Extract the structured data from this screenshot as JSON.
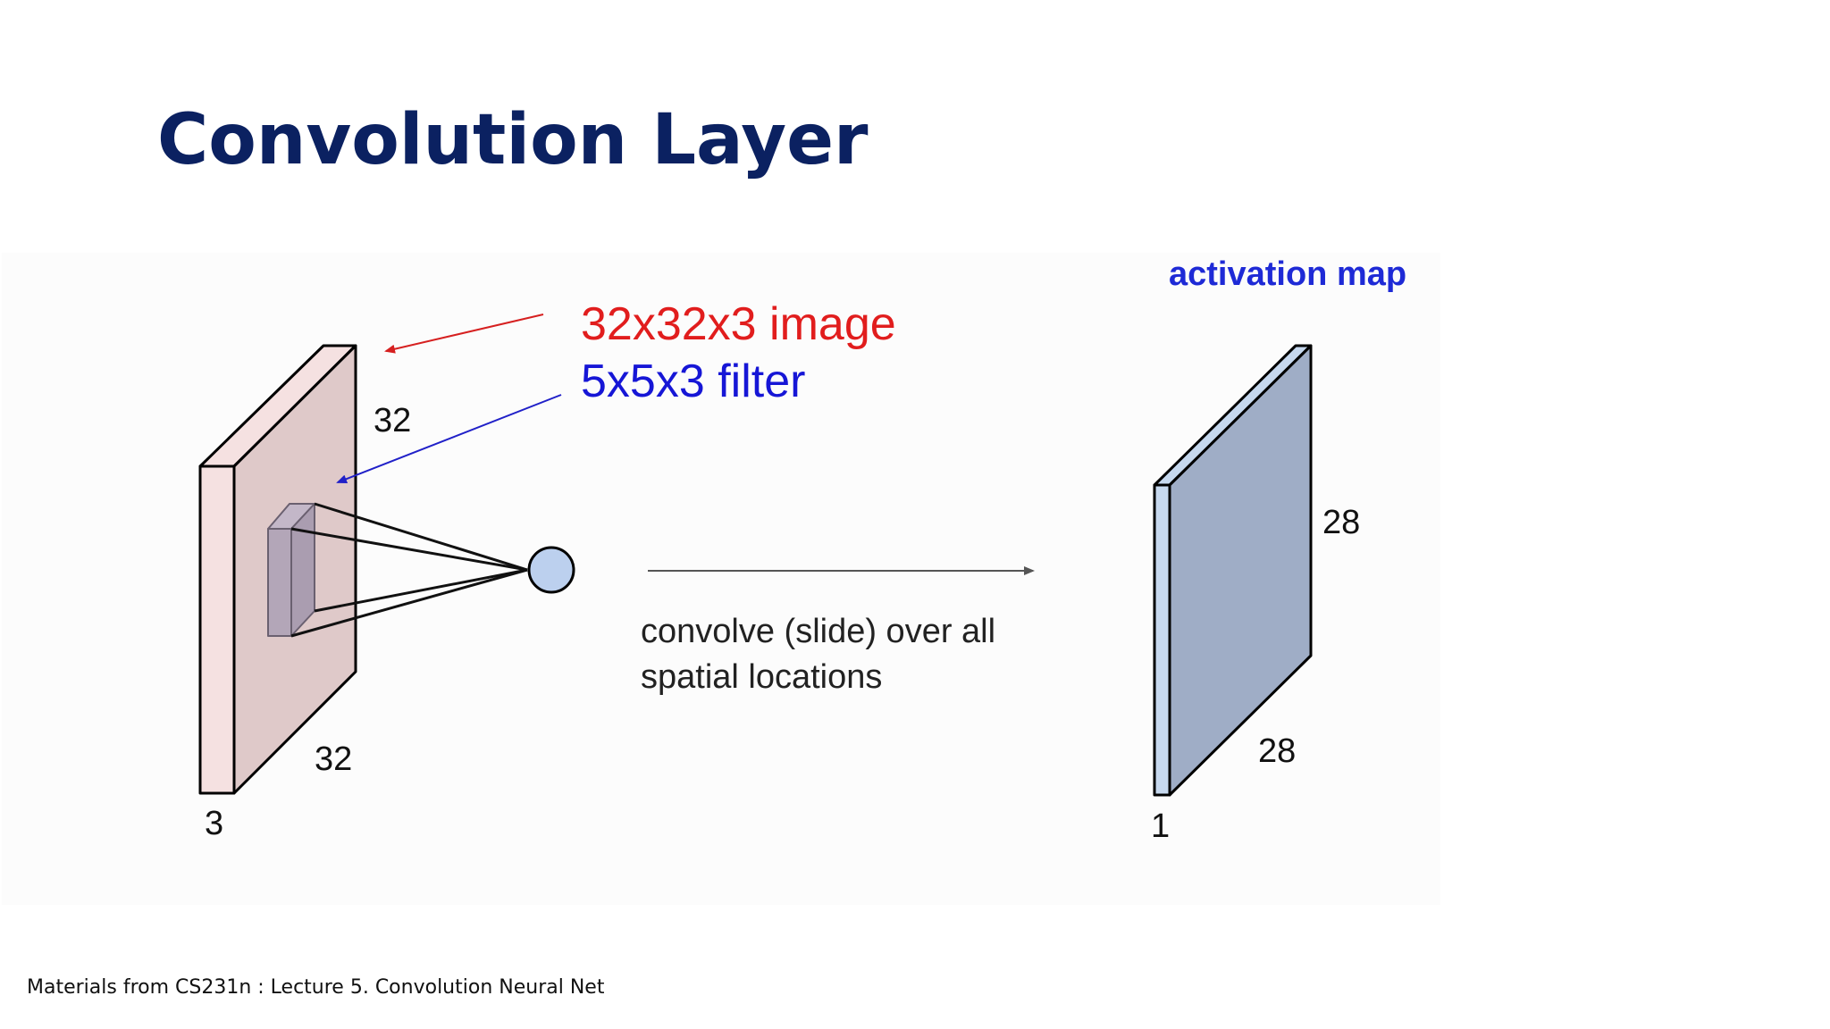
{
  "slide": {
    "title": "Convolution Layer",
    "source_note": "Materials from CS231n : Lecture 5. Convolution Neural Net"
  },
  "diagram": {
    "input_volume": {
      "caption": "32x32x3 image",
      "height_label": "32",
      "width_label": "32",
      "depth_label": "3"
    },
    "filter": {
      "caption": "5x5x3 filter"
    },
    "operation": {
      "line1": "convolve (slide) over all",
      "line2": "spatial locations"
    },
    "output_volume": {
      "caption": "activation map",
      "height_label": "28",
      "width_label": "28",
      "depth_label": "1"
    }
  },
  "colors": {
    "title": "#0b2161",
    "image_caption": "#e11d1d",
    "filter_caption": "#1616d6",
    "activation_caption": "#1e2ad6",
    "input_front": "#f5e1e1",
    "input_face": "#dfc9c9",
    "filter_box": "#b3a6b8",
    "neuron": "#bcd0ee",
    "output_front": "#c6d8ee",
    "output_face": "#9fadc6"
  }
}
